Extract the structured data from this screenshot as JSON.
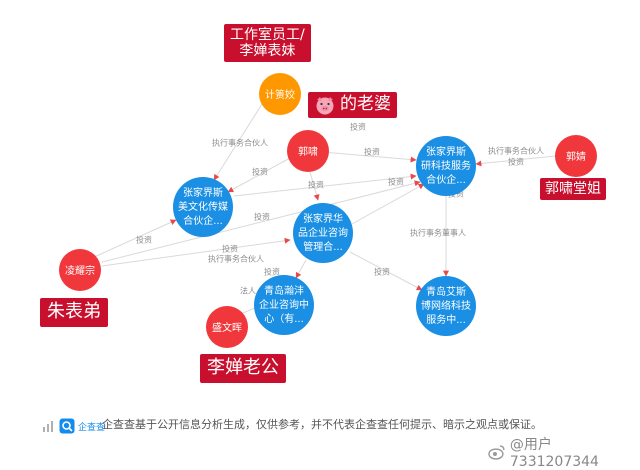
{
  "nodes": {
    "ji_yujiao": {
      "label": "计箦姣"
    },
    "guo_xiao": {
      "label": "郭啸"
    },
    "guo_jing": {
      "label": "郭婧"
    },
    "ling_yaozong": {
      "label": "凌耀宗"
    },
    "sheng_wenhui": {
      "label": "盛文晖"
    },
    "sike_tech": {
      "lines": [
        "张家界斯",
        "研科技服务",
        "合伙企..."
      ]
    },
    "meiwen_media": {
      "lines": [
        "张家界斯",
        "美文化传媒",
        "合伙企..."
      ]
    },
    "huapin": {
      "lines": [
        "张家界华",
        "品企业咨询",
        "管理合..."
      ]
    },
    "qingdao_hanfeng": {
      "lines": [
        "青岛瀚沣",
        "企业咨询中",
        "心（有..."
      ]
    },
    "qingdao_aisi": {
      "lines": [
        "青岛艾斯",
        "博网络科技",
        "服务中..."
      ]
    }
  },
  "edge_labels": {
    "invest": "投资",
    "exec_partner": "执行事务合伙人",
    "exec_director": "执行事务董事人",
    "legal": "法人"
  },
  "annotations": {
    "studio_cousin": [
      "工作室员工/",
      "李婵表妹"
    ],
    "pig_wife": "的老婆",
    "guo_xiao_cousin": "郭啸堂姐",
    "zhu_cousin": "朱表弟",
    "li_husband": "李婵老公"
  },
  "footer": {
    "logo_text": "企查查",
    "disclaimer": "企查查基于公开信息分析生成，仅供参考，并不代表企查查任何提示、暗示之观点或保证。",
    "watermark": "@用户7331207344"
  },
  "colors": {
    "red_node": "#f0383c",
    "blue_node": "#1a8fe3",
    "orange_node": "#ff9800",
    "tag_bg": "#c8102e",
    "edge": "#d9d9d9",
    "arrow": "#e84a4a"
  }
}
